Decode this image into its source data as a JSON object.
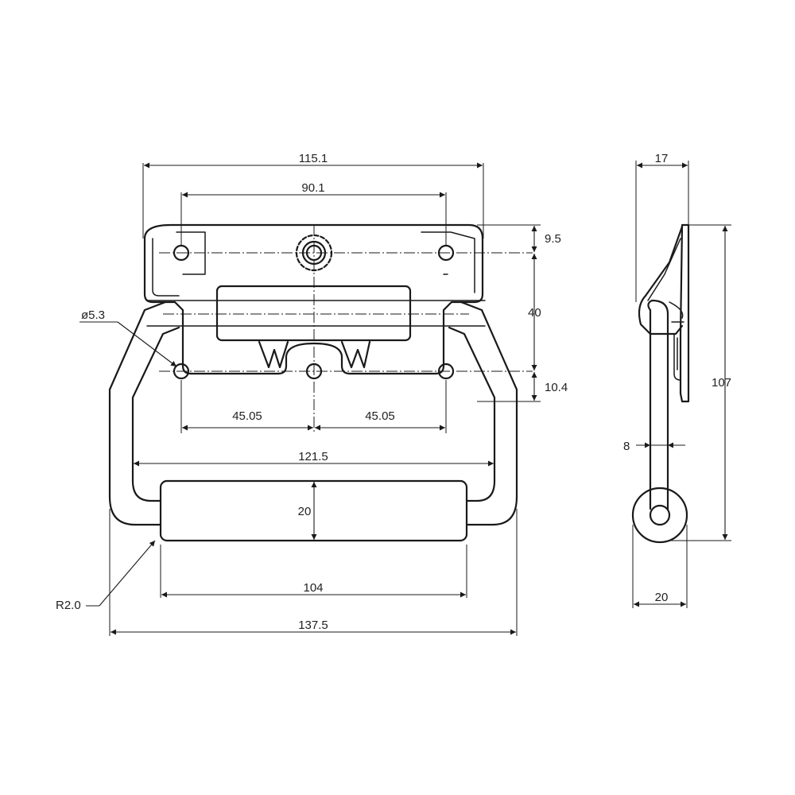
{
  "colors": {
    "line": "#1a1a1a",
    "text": "#222222",
    "background": "#ffffff"
  },
  "dimensions": {
    "width_top": "115.1",
    "hole_spacing_top": "90.1",
    "offset_top": "9.5",
    "plate_height": "40",
    "offset_bottom": "10.4",
    "hole_diameter": "ø5.3",
    "half_spacing_left": "45.05",
    "half_spacing_right": "45.05",
    "handle_inner": "121.5",
    "grip_height": "20",
    "grip_length": "104",
    "bend_radius": "R2.0",
    "overall_width": "137.5",
    "side_depth": "17",
    "side_height": "107",
    "wire_diameter": "8",
    "side_base": "20"
  }
}
